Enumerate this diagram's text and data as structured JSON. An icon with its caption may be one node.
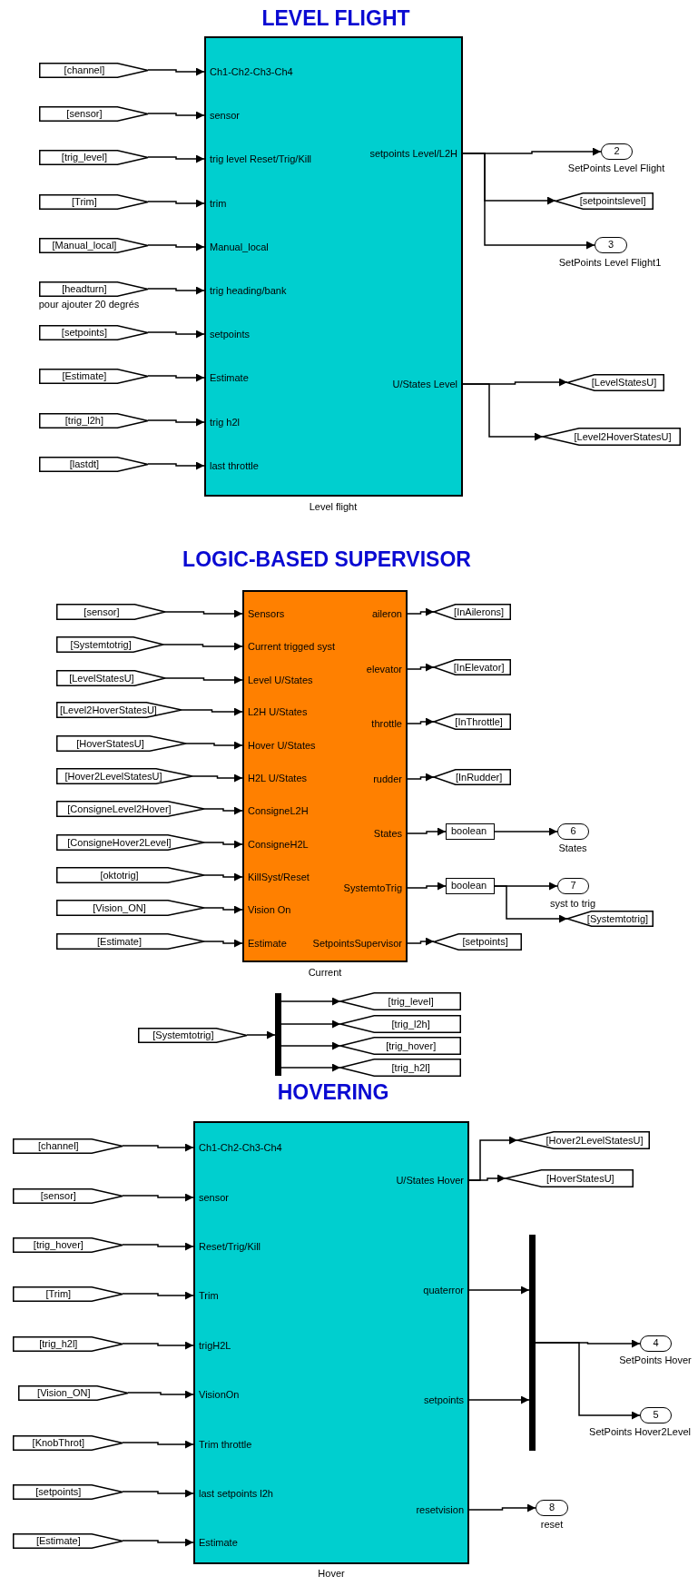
{
  "diagram": {
    "nodes": [
      {
        "text": [],
        "shape": "box",
        "beside": [
          "Level flight"
        ]
      },
      {
        "text": [
          "Ch1-Ch2-Ch3-Ch4"
        ],
        "in": 0
      },
      {
        "text": [
          "sensor"
        ],
        "in": 0
      },
      {
        "text": [
          "trig level Reset/Trig/Kill"
        ],
        "in": 0
      },
      {
        "text": [
          "trim"
        ],
        "in": 0
      },
      {
        "text": [
          "Manual_local"
        ],
        "in": 0
      },
      {
        "text": [
          "trig heading/bank"
        ],
        "in": 0
      },
      {
        "text": [
          "setpoints"
        ],
        "in": 0
      },
      {
        "text": [
          "Estimate"
        ],
        "in": 0
      },
      {
        "text": [
          "trig h2l"
        ],
        "in": 0
      },
      {
        "text": [
          "last throttle"
        ],
        "in": 0
      },
      {
        "text": [
          "setpoints Level/L2H"
        ],
        "in": 0
      },
      {
        "text": [
          "U/States Level"
        ],
        "in": 0
      },
      {
        "text": [
          "[channel]"
        ]
      },
      {
        "text": [
          "[sensor]"
        ]
      },
      {
        "text": [
          "[trig_level]"
        ]
      },
      {
        "text": [
          "[Trim]"
        ]
      },
      {
        "text": [
          "[Manual_local]"
        ]
      },
      {
        "text": [
          "[headturn]"
        ],
        "beside": [
          "pour ajouter 20 degrés"
        ]
      },
      {
        "text": [
          "[setpoints]"
        ]
      },
      {
        "text": [
          "[Estimate]"
        ]
      },
      {
        "text": [
          "[trig_l2h]"
        ]
      },
      {
        "text": [
          "[lastdt]"
        ]
      },
      {
        "text": [
          "2"
        ],
        "beside": [
          "SetPoints Level Flight"
        ]
      },
      {
        "text": [
          "[setpointslevel]"
        ]
      },
      {
        "text": [
          "3"
        ],
        "beside": [
          "SetPoints Level Flight1"
        ]
      },
      {
        "text": [
          "[LevelStatesU]"
        ]
      },
      {
        "text": [
          "[Level2HoverStatesU]"
        ]
      },
      {
        "text": [],
        "shape": "box",
        "beside": [
          "Current"
        ]
      },
      {
        "text": [
          "Sensors"
        ],
        "in": 28
      },
      {
        "text": [
          "Current trigged syst"
        ],
        "in": 28
      },
      {
        "text": [
          "Level U/States"
        ],
        "in": 28
      },
      {
        "text": [
          "L2H U/States"
        ],
        "in": 28
      },
      {
        "text": [
          "Hover U/States"
        ],
        "in": 28
      },
      {
        "text": [
          "H2L U/States"
        ],
        "in": 28
      },
      {
        "text": [
          "ConsigneL2H"
        ],
        "in": 28
      },
      {
        "text": [
          "ConsigneH2L"
        ],
        "in": 28
      },
      {
        "text": [
          "KillSyst/Reset"
        ],
        "in": 28
      },
      {
        "text": [
          "Vision On"
        ],
        "in": 28
      },
      {
        "text": [
          "Estimate"
        ],
        "in": 28
      },
      {
        "text": [
          "aileron"
        ],
        "in": 28
      },
      {
        "text": [
          "elevator"
        ],
        "in": 28
      },
      {
        "text": [
          "throttle"
        ],
        "in": 28
      },
      {
        "text": [
          "rudder"
        ],
        "in": 28
      },
      {
        "text": [
          "States"
        ],
        "in": 28
      },
      {
        "text": [
          "SystemtoTrig"
        ],
        "in": 28
      },
      {
        "text": [
          "SetpointsSupervisor"
        ],
        "in": 28
      },
      {
        "text": [
          "[sensor]"
        ]
      },
      {
        "text": [
          "[Systemtotrig]"
        ]
      },
      {
        "text": [
          "[LevelStatesU]"
        ]
      },
      {
        "text": [
          "[Level2HoverStatesU]"
        ]
      },
      {
        "text": [
          "[HoverStatesU]"
        ]
      },
      {
        "text": [
          "[Hover2LevelStatesU]"
        ]
      },
      {
        "text": [
          "[ConsigneLevel2Hover]"
        ]
      },
      {
        "text": [
          "[ConsigneHover2Level]"
        ]
      },
      {
        "text": [
          "[oktotrig]"
        ]
      },
      {
        "text": [
          "[Vision_ON]"
        ]
      },
      {
        "text": [
          "[Estimate]"
        ]
      },
      {
        "text": [
          "[InAilerons]"
        ]
      },
      {
        "text": [
          "[InElevator]"
        ]
      },
      {
        "text": [
          "[InThrottle]"
        ]
      },
      {
        "text": [
          "[InRudder]"
        ]
      },
      {
        "text": [
          "boolean"
        ]
      },
      {
        "text": [
          "6"
        ],
        "beside": [
          "States"
        ]
      },
      {
        "text": [
          "boolean"
        ]
      },
      {
        "text": [
          "7"
        ],
        "beside": [
          "syst to trig"
        ]
      },
      {
        "text": [
          "[Systemtotrig]"
        ]
      },
      {
        "text": [
          "[setpoints]"
        ]
      },
      {
        "text": [
          "[Systemtotrig]"
        ]
      },
      {
        "text": [],
        "shape": "bar"
      },
      {
        "text": [
          "[trig_level]"
        ]
      },
      {
        "text": [
          "[trig_l2h]"
        ]
      },
      {
        "text": [
          "[trig_hover]"
        ]
      },
      {
        "text": [
          "[trig_h2l]"
        ]
      },
      {
        "text": [],
        "shape": "box",
        "beside": [
          "Hover"
        ]
      },
      {
        "text": [
          "Ch1-Ch2-Ch3-Ch4"
        ],
        "in": 74
      },
      {
        "text": [
          "sensor"
        ],
        "in": 74
      },
      {
        "text": [
          "Reset/Trig/Kill"
        ],
        "in": 74
      },
      {
        "text": [
          "Trim"
        ],
        "in": 74
      },
      {
        "text": [
          "trigH2L"
        ],
        "in": 74
      },
      {
        "text": [
          "VisionOn"
        ],
        "in": 74
      },
      {
        "text": [
          "Trim throttle"
        ],
        "in": 74
      },
      {
        "text": [
          "last setpoints l2h"
        ],
        "in": 74
      },
      {
        "text": [
          "Estimate"
        ],
        "in": 74
      },
      {
        "text": [
          "U/States Hover"
        ],
        "in": 74
      },
      {
        "text": [
          "quaterror"
        ],
        "in": 74
      },
      {
        "text": [
          "setpoints"
        ],
        "in": 74
      },
      {
        "text": [
          "resetvision"
        ],
        "in": 74
      },
      {
        "text": [
          "[channel]"
        ]
      },
      {
        "text": [
          "[sensor]"
        ]
      },
      {
        "text": [
          "[trig_hover]"
        ]
      },
      {
        "text": [
          "[Trim]"
        ]
      },
      {
        "text": [
          "[trig_h2l]"
        ]
      },
      {
        "text": [
          "[Vision_ON]"
        ]
      },
      {
        "text": [
          "[KnobThrot]"
        ]
      },
      {
        "text": [
          "[setpoints]"
        ]
      },
      {
        "text": [
          "[Estimate]"
        ]
      },
      {
        "text": [
          "[Hover2LevelStatesU]"
        ]
      },
      {
        "text": [
          "[HoverStatesU]"
        ]
      },
      {
        "text": [],
        "shape": "bar"
      },
      {
        "text": [
          "4"
        ],
        "beside": [
          "SetPoints Hover"
        ]
      },
      {
        "text": [
          "5"
        ],
        "beside": [
          "SetPoints Hover2Level"
        ]
      },
      {
        "text": [
          "8"
        ],
        "beside": [
          "reset"
        ]
      }
    ],
    "edges": [
      {
        "from": 13,
        "to": 1,
        "arrow": "to"
      },
      {
        "from": 14,
        "to": 2,
        "arrow": "to"
      },
      {
        "from": 15,
        "to": 3,
        "arrow": "to"
      },
      {
        "from": 16,
        "to": 4,
        "arrow": "to"
      },
      {
        "from": 17,
        "to": 5,
        "arrow": "to"
      },
      {
        "from": 18,
        "to": 6,
        "arrow": "to"
      },
      {
        "from": 19,
        "to": 7,
        "arrow": "to"
      },
      {
        "from": 20,
        "to": 8,
        "arrow": "to"
      },
      {
        "from": 21,
        "to": 9,
        "arrow": "to"
      },
      {
        "from": 22,
        "to": 10,
        "arrow": "to"
      },
      {
        "from": 11,
        "to": 23,
        "arrow": "to"
      },
      {
        "from": 11,
        "to": 24,
        "arrow": "to"
      },
      {
        "from": 11,
        "to": 25,
        "arrow": "to"
      },
      {
        "from": 12,
        "to": 26,
        "arrow": "to"
      },
      {
        "from": 12,
        "to": 27,
        "arrow": "to"
      },
      {
        "from": 47,
        "to": 29,
        "arrow": "to"
      },
      {
        "from": 48,
        "to": 30,
        "arrow": "to"
      },
      {
        "from": 49,
        "to": 31,
        "arrow": "to"
      },
      {
        "from": 50,
        "to": 32,
        "arrow": "to"
      },
      {
        "from": 51,
        "to": 33,
        "arrow": "to"
      },
      {
        "from": 52,
        "to": 34,
        "arrow": "to"
      },
      {
        "from": 53,
        "to": 35,
        "arrow": "to"
      },
      {
        "from": 54,
        "to": 36,
        "arrow": "to"
      },
      {
        "from": 55,
        "to": 37,
        "arrow": "to"
      },
      {
        "from": 56,
        "to": 38,
        "arrow": "to"
      },
      {
        "from": 57,
        "to": 39,
        "arrow": "to"
      },
      {
        "from": 40,
        "to": 58,
        "arrow": "to"
      },
      {
        "from": 41,
        "to": 59,
        "arrow": "to"
      },
      {
        "from": 42,
        "to": 60,
        "arrow": "to"
      },
      {
        "from": 43,
        "to": 61,
        "arrow": "to"
      },
      {
        "from": 44,
        "to": 62,
        "arrow": "to"
      },
      {
        "from": 62,
        "to": 63,
        "arrow": "to"
      },
      {
        "from": 45,
        "to": 64,
        "arrow": "to"
      },
      {
        "from": 64,
        "to": 65,
        "arrow": "to"
      },
      {
        "from": 64,
        "to": 66,
        "arrow": "to"
      },
      {
        "from": 46,
        "to": 67,
        "arrow": "to"
      },
      {
        "from": 68,
        "to": 69,
        "arrow": "to"
      },
      {
        "from": 69,
        "to": 70,
        "arrow": "to"
      },
      {
        "from": 69,
        "to": 71,
        "arrow": "to"
      },
      {
        "from": 69,
        "to": 72,
        "arrow": "to"
      },
      {
        "from": 69,
        "to": 73,
        "arrow": "to"
      },
      {
        "from": 88,
        "to": 75,
        "arrow": "to"
      },
      {
        "from": 89,
        "to": 76,
        "arrow": "to"
      },
      {
        "from": 90,
        "to": 77,
        "arrow": "to"
      },
      {
        "from": 91,
        "to": 78,
        "arrow": "to"
      },
      {
        "from": 92,
        "to": 79,
        "arrow": "to"
      },
      {
        "from": 93,
        "to": 80,
        "arrow": "to"
      },
      {
        "from": 94,
        "to": 81,
        "arrow": "to"
      },
      {
        "from": 95,
        "to": 82,
        "arrow": "to"
      },
      {
        "from": 96,
        "to": 83,
        "arrow": "to"
      },
      {
        "from": 84,
        "to": 97,
        "arrow": "to"
      },
      {
        "from": 84,
        "to": 98,
        "arrow": "to"
      },
      {
        "from": 85,
        "to": 99,
        "arrow": "to"
      },
      {
        "from": 86,
        "to": 99,
        "arrow": "to"
      },
      {
        "from": 99,
        "to": 100,
        "arrow": "to"
      },
      {
        "from": 99,
        "to": 101,
        "arrow": "to"
      },
      {
        "from": 87,
        "to": 102,
        "arrow": "to"
      }
    ],
    "labels": [
      "LEVEL FLIGHT",
      "LOGIC-BASED SUPERVISOR",
      "HOVERING"
    ]
  }
}
